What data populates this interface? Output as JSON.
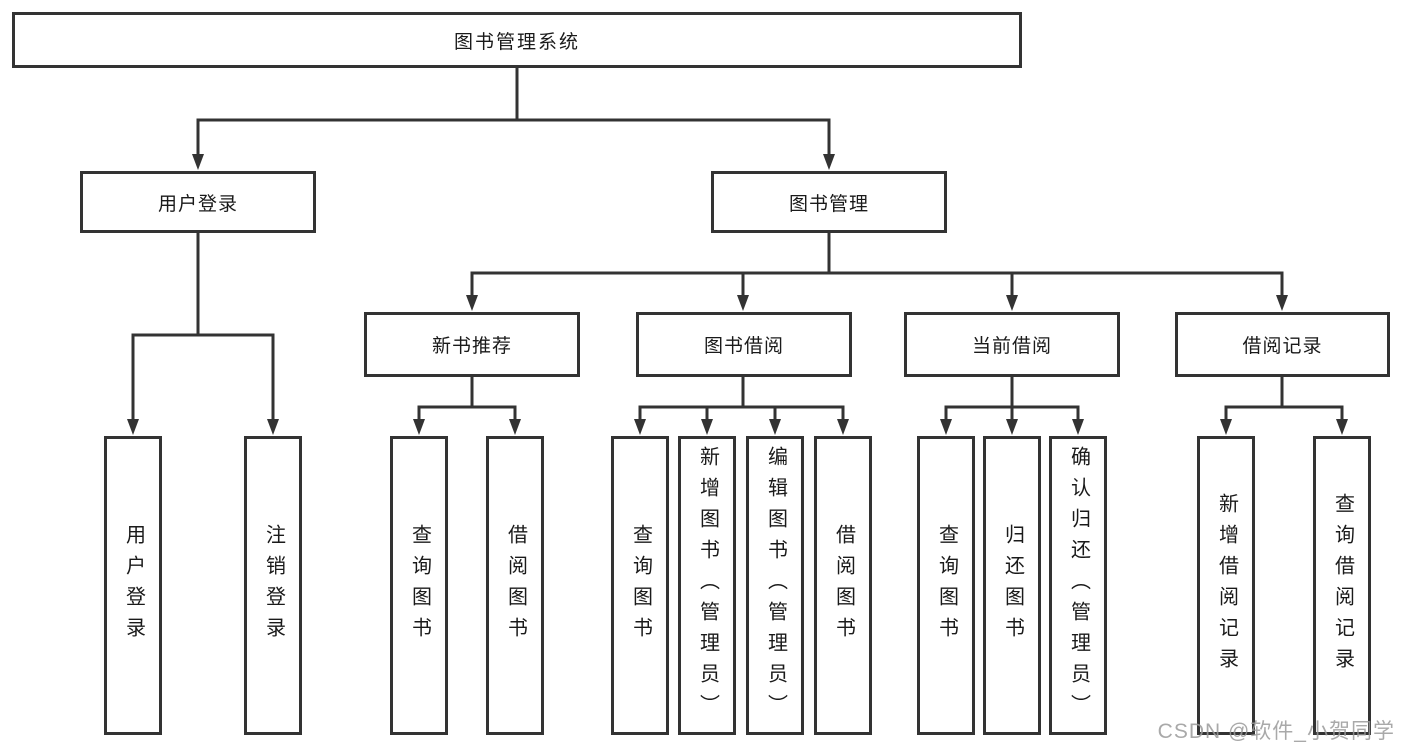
{
  "diagram": {
    "title": "图书管理系统",
    "children": [
      {
        "label": "用户登录",
        "children": [
          {
            "label": "用户登录"
          },
          {
            "label": "注销登录"
          }
        ]
      },
      {
        "label": "图书管理",
        "children": [
          {
            "label": "新书推荐",
            "children": [
              {
                "label": "查询图书"
              },
              {
                "label": "借阅图书"
              }
            ]
          },
          {
            "label": "图书借阅",
            "children": [
              {
                "label": "查询图书"
              },
              {
                "label": "新增图书（管理员）"
              },
              {
                "label": "编辑图书（管理员）"
              },
              {
                "label": "借阅图书"
              }
            ]
          },
          {
            "label": "当前借阅",
            "children": [
              {
                "label": "查询图书"
              },
              {
                "label": "归还图书"
              },
              {
                "label": "确认归还（管理员）"
              }
            ]
          },
          {
            "label": "借阅记录",
            "children": [
              {
                "label": "新增借阅记录"
              },
              {
                "label": "查询借阅记录"
              }
            ]
          }
        ]
      }
    ]
  },
  "watermark": {
    "text": "CSDN @软件_小贺同学"
  },
  "colors": {
    "line": "#333333",
    "text": "#1a1a1a",
    "box_background": "#ffffff",
    "watermark": "#9a9a9a",
    "background": "#ffffff"
  }
}
